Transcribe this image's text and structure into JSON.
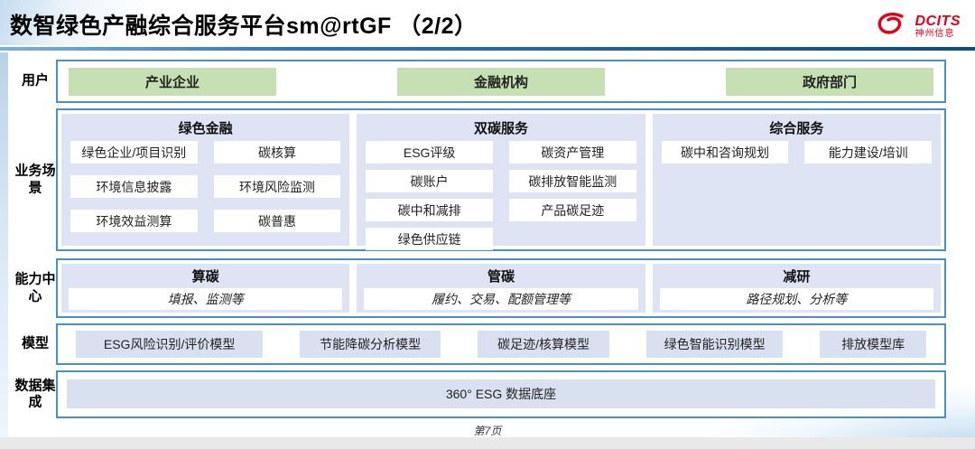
{
  "title": "数智绿色产融综合服务平台sm@rtGF （2/2）",
  "logo": {
    "brand": "DCITS",
    "company": "神州信息"
  },
  "rows": {
    "users": {
      "label": "用户",
      "items": [
        "产业企业",
        "金融机构",
        "政府部门"
      ]
    },
    "scenarios": {
      "label": "业务场景",
      "columns": [
        {
          "title": "绿色金融",
          "items": [
            "绿色企业/项目识别",
            "碳核算",
            "环境信息披露",
            "环境风险监测",
            "环境效益测算",
            "碳普惠"
          ]
        },
        {
          "title": "双碳服务",
          "items": [
            "ESG评级",
            "碳资产管理",
            "碳账户",
            "碳排放智能监测",
            "碳中和减排",
            "产品碳足迹",
            "绿色供应链"
          ]
        },
        {
          "title": "综合服务",
          "items": [
            "碳中和咨询规划",
            "能力建设/培训"
          ]
        }
      ]
    },
    "capabilities": {
      "label": "能力中心",
      "columns": [
        {
          "title": "算碳",
          "desc": "填报、监测等"
        },
        {
          "title": "管碳",
          "desc": "履约、交易、配额管理等"
        },
        {
          "title": "减研",
          "desc": "路径规划、分析等"
        }
      ]
    },
    "models": {
      "label": "模型",
      "items": [
        "ESG风险识别/评价模型",
        "节能降碳分析模型",
        "碳足迹/核算模型",
        "绿色智能识别模型",
        "排放模型库"
      ]
    },
    "data_integration": {
      "label": "数据集成",
      "item": "360° ESG 数据底座"
    }
  },
  "footer": {
    "page": "第7页"
  },
  "colors": {
    "accent_blue": "#4a90c8",
    "panel_blue": "#dee4f3",
    "chip_blue": "#d9e1f1",
    "user_green": "#c6e0b4",
    "logo_red": "#e60012"
  }
}
